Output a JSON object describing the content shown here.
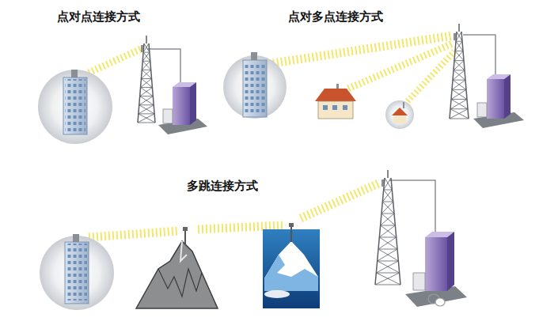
{
  "diagram": {
    "labels": [
      "点对点连接方式",
      "点对多点连接方式",
      "多跳连接方式"
    ]
  }
}
